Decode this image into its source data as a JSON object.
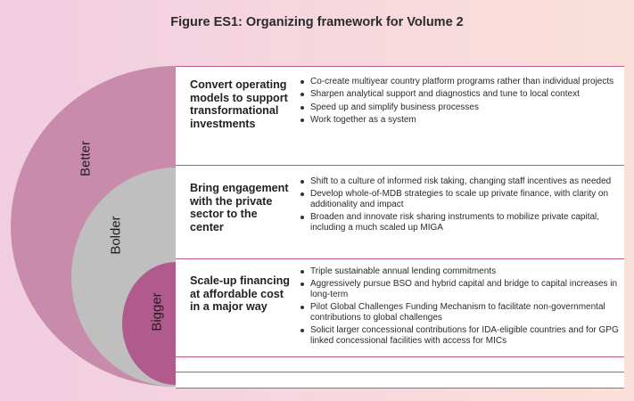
{
  "title": "Figure ES1: Organizing framework for Volume 2",
  "rings": {
    "outer": {
      "label": "Better",
      "color": "#c98bab"
    },
    "middle": {
      "label": "Bolder",
      "color": "#bfbfbf"
    },
    "inner": {
      "label": "Bigger",
      "color": "#b05a8d"
    }
  },
  "rows": [
    {
      "heading": "Convert operating models to support transformational investments",
      "bullets": [
        "Co-create multiyear country platform programs rather than individual projects",
        "Sharpen analytical support and diagnostics and tune to local context",
        "Speed up and simplify business processes",
        "Work together as a system"
      ]
    },
    {
      "heading": "Bring engagement with the private sector to the center",
      "bullets": [
        "Shift to a culture of informed risk taking, changing staff incentives as needed",
        "Develop whole-of-MDB strategies to scale up private finance, with clarity on additionality and impact",
        "Broaden and innovate risk sharing instruments to mobilize private capital, including a much scaled up MIGA"
      ]
    },
    {
      "heading": "Scale-up financing at affordable cost in a major way",
      "bullets": [
        "Triple sustainable annual lending commitments",
        "Aggressively pursue BSO and hybrid capital and bridge to capital increases in long-term",
        "Pilot Global Challenges Funding Mechanism to facilitate non-governmental contributions to global challenges",
        "Solicit larger concessional contributions for IDA-eligible countries and for GPG linked concessional facilities with access for MICs"
      ]
    }
  ],
  "colors": {
    "separator": "#c0588a",
    "panel": "#ffffff"
  }
}
